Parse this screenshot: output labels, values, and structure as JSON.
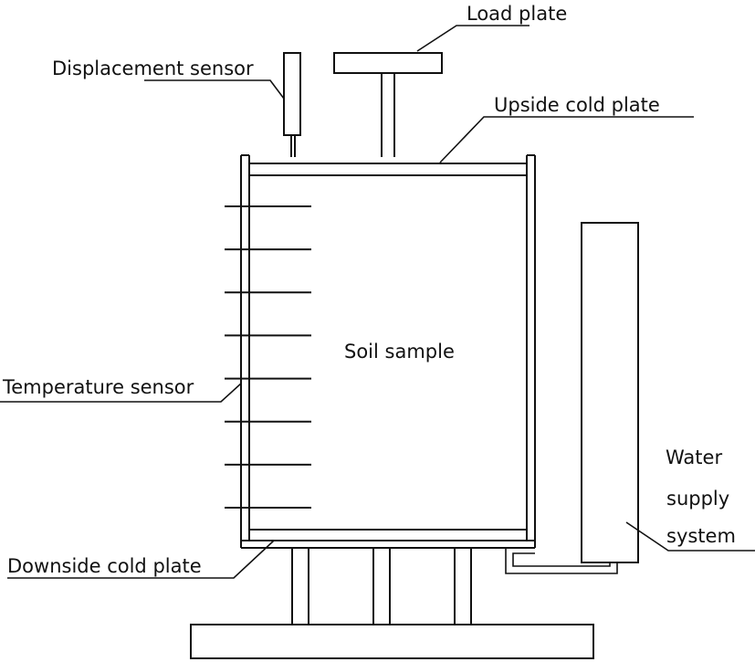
{
  "labels": {
    "load_plate": "Load plate",
    "displacement_sensor": "Displacement sensor",
    "upside_cold_plate": "Upside cold plate",
    "soil_sample": "Soil sample",
    "temperature_sensor": "Temperature sensor",
    "downside_cold_plate": "Downside cold plate",
    "water_line1": "Water",
    "water_line2": "supply",
    "water_line3": "system"
  },
  "temperature_probe_count": 8,
  "support_leg_count": 3
}
